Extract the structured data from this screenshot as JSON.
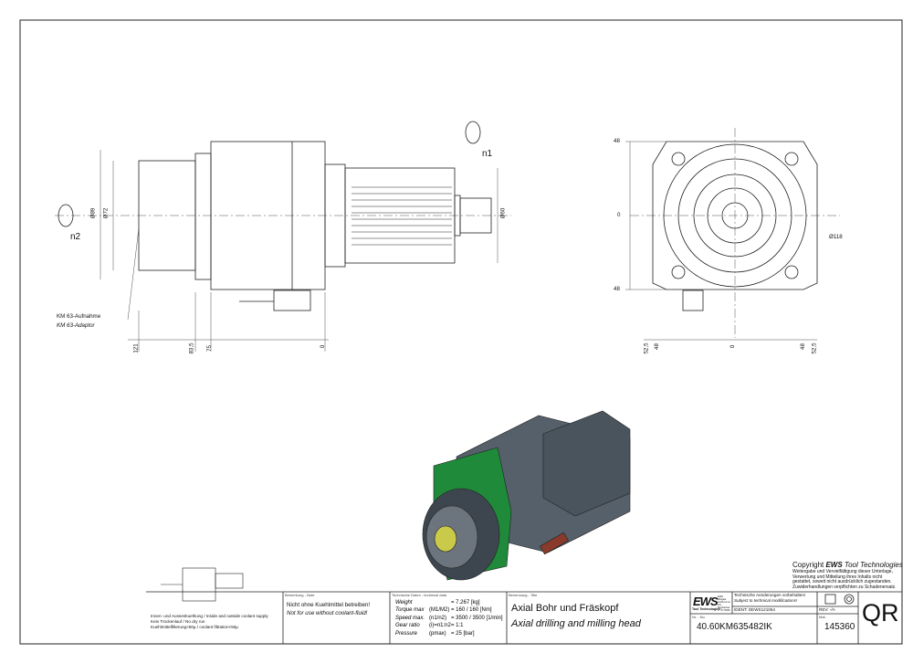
{
  "drawing": {
    "side_view": {
      "label_km_de": "KM 63-Aufnahme",
      "label_km_en": "KM 63-Adaptor",
      "dia_89": "Ø89",
      "dia_72": "Ø72",
      "dia_60": "Ø60",
      "rot_n1": "n1",
      "rot_n2": "n2",
      "dims": [
        "121",
        "83,5",
        "75",
        "0"
      ]
    },
    "front_view": {
      "dia_118": "Ø118",
      "v_dims": [
        "48",
        "0",
        "48"
      ],
      "h_dims": [
        "52,5",
        "48",
        "0",
        "48",
        "52,5"
      ]
    }
  },
  "notes": {
    "line1": "Innen- und Aussenkuehlung / Inside and outside coolant supply",
    "line2": "Kein Trockenlauf / No dry run",
    "line3": "Kuehlmittelfilterung<50µ / coolant filtration<50µ"
  },
  "remark": {
    "caption": "Bemerkung - Note",
    "de": "Nicht ohne Kuehlmittel betreiben!",
    "en": "Not for use without coolant-fluid!"
  },
  "tech": {
    "caption": "Technische Daten - technical data",
    "rows": [
      {
        "label": "Weight",
        "unit": "",
        "value": "= 7.267 [kg]"
      },
      {
        "label": "Torque max",
        "unit": "(M1/M2)",
        "value": "= 160 / 160 [Nm]"
      },
      {
        "label": "Speed max.",
        "unit": "(n1/n2)",
        "value": "= 3500 / 3500 [1/min]"
      },
      {
        "label": "Gear ratio",
        "unit": "(i)=n1:n2",
        "value": "= 1:1"
      },
      {
        "label": "Pressure",
        "unit": "(pmax)",
        "value": "= 25 [bar]"
      }
    ]
  },
  "title": {
    "caption": "Benennung - Title",
    "de": "Axial Bohr und Fräskopf",
    "en": "Axial drilling and milling head"
  },
  "company": {
    "logo": "EWS",
    "logo_sub": "Tool Technologies",
    "address": "EWS Weigele GmbH & Co. KG · Maybachstr. 1 · D-73066 Uhingen",
    "mod_de": "Technische Aenderungen vorbehalten!",
    "mod_en": "Subject to technical modifications!",
    "ident": "IDENT: DEWS121054",
    "rev": "REV: -/A",
    "nr_caption": "Nr. - No.",
    "number": "40.60KM635482IK",
    "mat_caption": "Mat.",
    "mat": "145360",
    "qr": "QR"
  },
  "copyright": {
    "title_pre": "Copyright ",
    "title_brand": "EWS",
    "title_post": " Tool Technologies",
    "lines": [
      "Weitergabe und Vervielfältigung dieser Unterlage,",
      "Verwertung und Mitteilung ihres Inhalts nicht",
      "gestattet, soweit nicht ausdrücklich zugestanden.",
      "Zuwiderhandlungen verpflichten zu Schadenersatz."
    ]
  },
  "colors": {
    "housing": "#4f5a63",
    "flange": "#1f8a3a",
    "line": "#222222"
  }
}
